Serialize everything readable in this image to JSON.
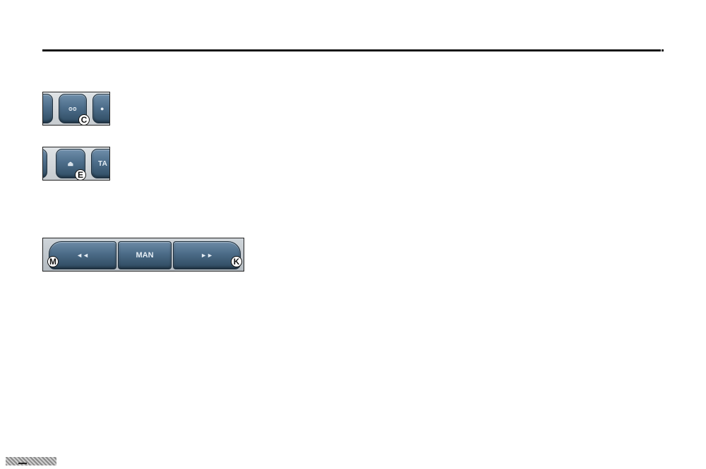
{
  "panel_c": {
    "center_key_icon": "cassette-tape-icon",
    "center_key_glyph": "ᴑᴑ",
    "right_key_glyph": "●",
    "badge": "C"
  },
  "panel_e": {
    "center_key_icon": "eject-icon",
    "center_key_glyph": "⏏",
    "right_key_label": "TA",
    "badge": "E"
  },
  "button_strip": {
    "rewind_icon": "rewind-icon",
    "rewind_glyph": "◄◄",
    "man_label": "MAN",
    "forward_icon": "fast-forward-icon",
    "forward_glyph": "►►",
    "badge_left": "M",
    "badge_right": "K"
  },
  "colors": {
    "button_blue": "#4d6e8b",
    "panel_gray": "#c7ccd0",
    "rule": "#111111"
  }
}
